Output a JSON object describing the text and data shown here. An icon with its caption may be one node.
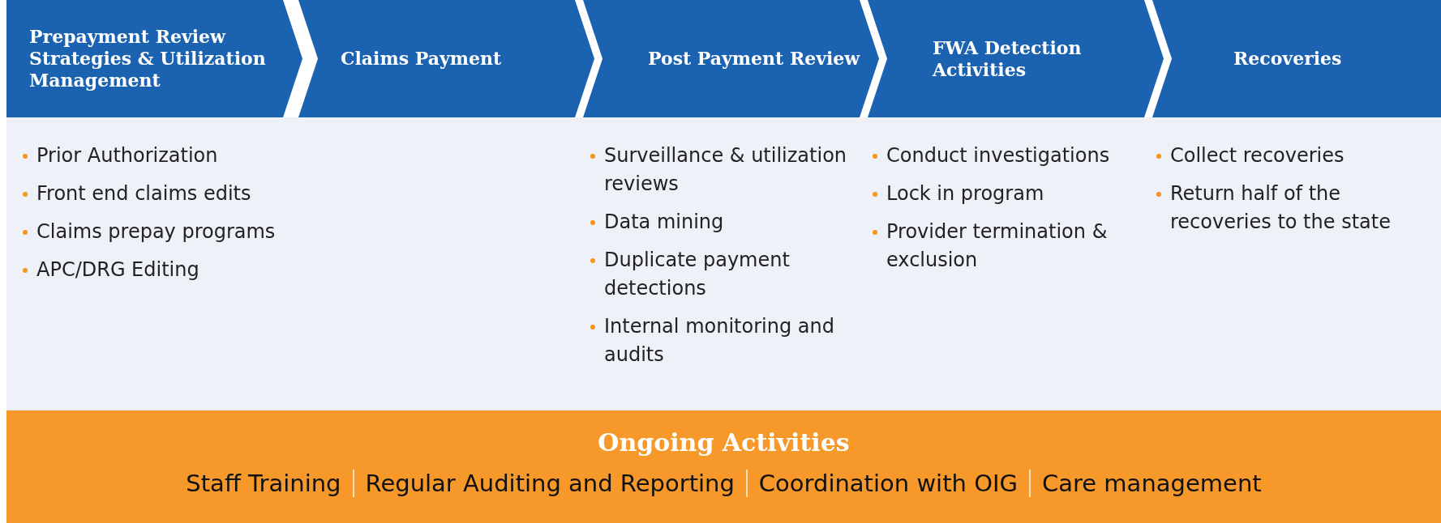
{
  "diagram": {
    "nodes": [
      {
        "text": [
          "Prepayment Review Strategies & Utilization Management"
        ],
        "beside": [
          "Prior Authorization",
          "Front end claims edits",
          "Claims prepay programs",
          "APC/DRG Editing"
        ]
      },
      {
        "text": [
          "Claims Payment"
        ]
      },
      {
        "text": [
          "Post Payment Review"
        ],
        "beside": [
          "Surveillance & utilization reviews",
          "Data mining",
          "Duplicate payment detections",
          "Internal monitoring and audits"
        ]
      },
      {
        "text": [
          "FWA Detection Activities"
        ],
        "beside": [
          "Conduct investigations",
          "Lock in program",
          "Provider termination & exclusion"
        ]
      },
      {
        "text": [
          "Recoveries"
        ],
        "beside": [
          "Collect recoveries",
          "Return half of the recoveries to the state"
        ]
      },
      {
        "text": [
          "Ongoing Activities",
          "Staff Training",
          "Regular Auditing and Reporting",
          "Coordination with OIG",
          "Care management"
        ]
      }
    ],
    "edges": []
  }
}
